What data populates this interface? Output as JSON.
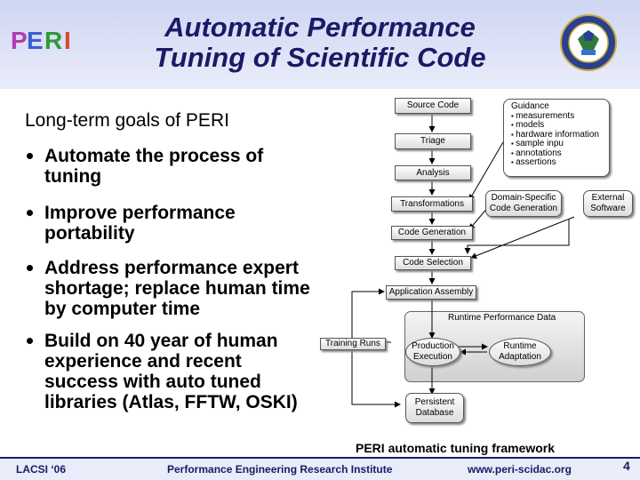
{
  "header": {
    "title_line1": "Automatic Performance",
    "title_line2": "Tuning of Scientific Code",
    "logo_letters": [
      "P",
      "E",
      "R",
      "I"
    ],
    "logo_colors": [
      "#b23ab2",
      "#3a5fd1",
      "#2f9a3a",
      "#d84a2a"
    ],
    "seal_icon": "doe-seal-icon"
  },
  "goals_title": "Long-term goals of PERI",
  "bullets": [
    [
      "Automate the process of",
      "tuning"
    ],
    [
      "Improve performance",
      "portability"
    ],
    [
      "Address performance expert",
      "shortage; replace human time",
      "by computer time"
    ],
    [
      "Build on 40 year of human",
      "experience and recent",
      "success with auto tuned",
      "libraries (Atlas, FFTW, OSKI)"
    ]
  ],
  "diagram": {
    "source_code": "Source Code",
    "triage": "Triage",
    "analysis": "Analysis",
    "transformations": "Transformations",
    "code_generation": "Code Generation",
    "code_selection": "Code Selection",
    "application_assembly": "Application Assembly",
    "training_runs": "Training Runs",
    "runtime_performance_data": "Runtime Performance Data",
    "production_execution": [
      "Production",
      "Execution"
    ],
    "runtime_adaptation": [
      "Runtime",
      "Adaptation"
    ],
    "persistent_database": [
      "Persistent",
      "Database"
    ],
    "domain_specific": [
      "Domain-Specific",
      "Code Generation"
    ],
    "external_software": [
      "External",
      "Software"
    ],
    "guidance_title": "Guidance",
    "guidance_items": [
      "measurements",
      "models",
      "hardware information",
      "sample inpu",
      "annotations",
      "assertions"
    ]
  },
  "caption": "PERI automatic tuning framework",
  "footer": {
    "left": "LACSI ‘06",
    "center": "Performance Engineering Research Institute",
    "right": "www.peri-scidac.org",
    "page": "4"
  }
}
